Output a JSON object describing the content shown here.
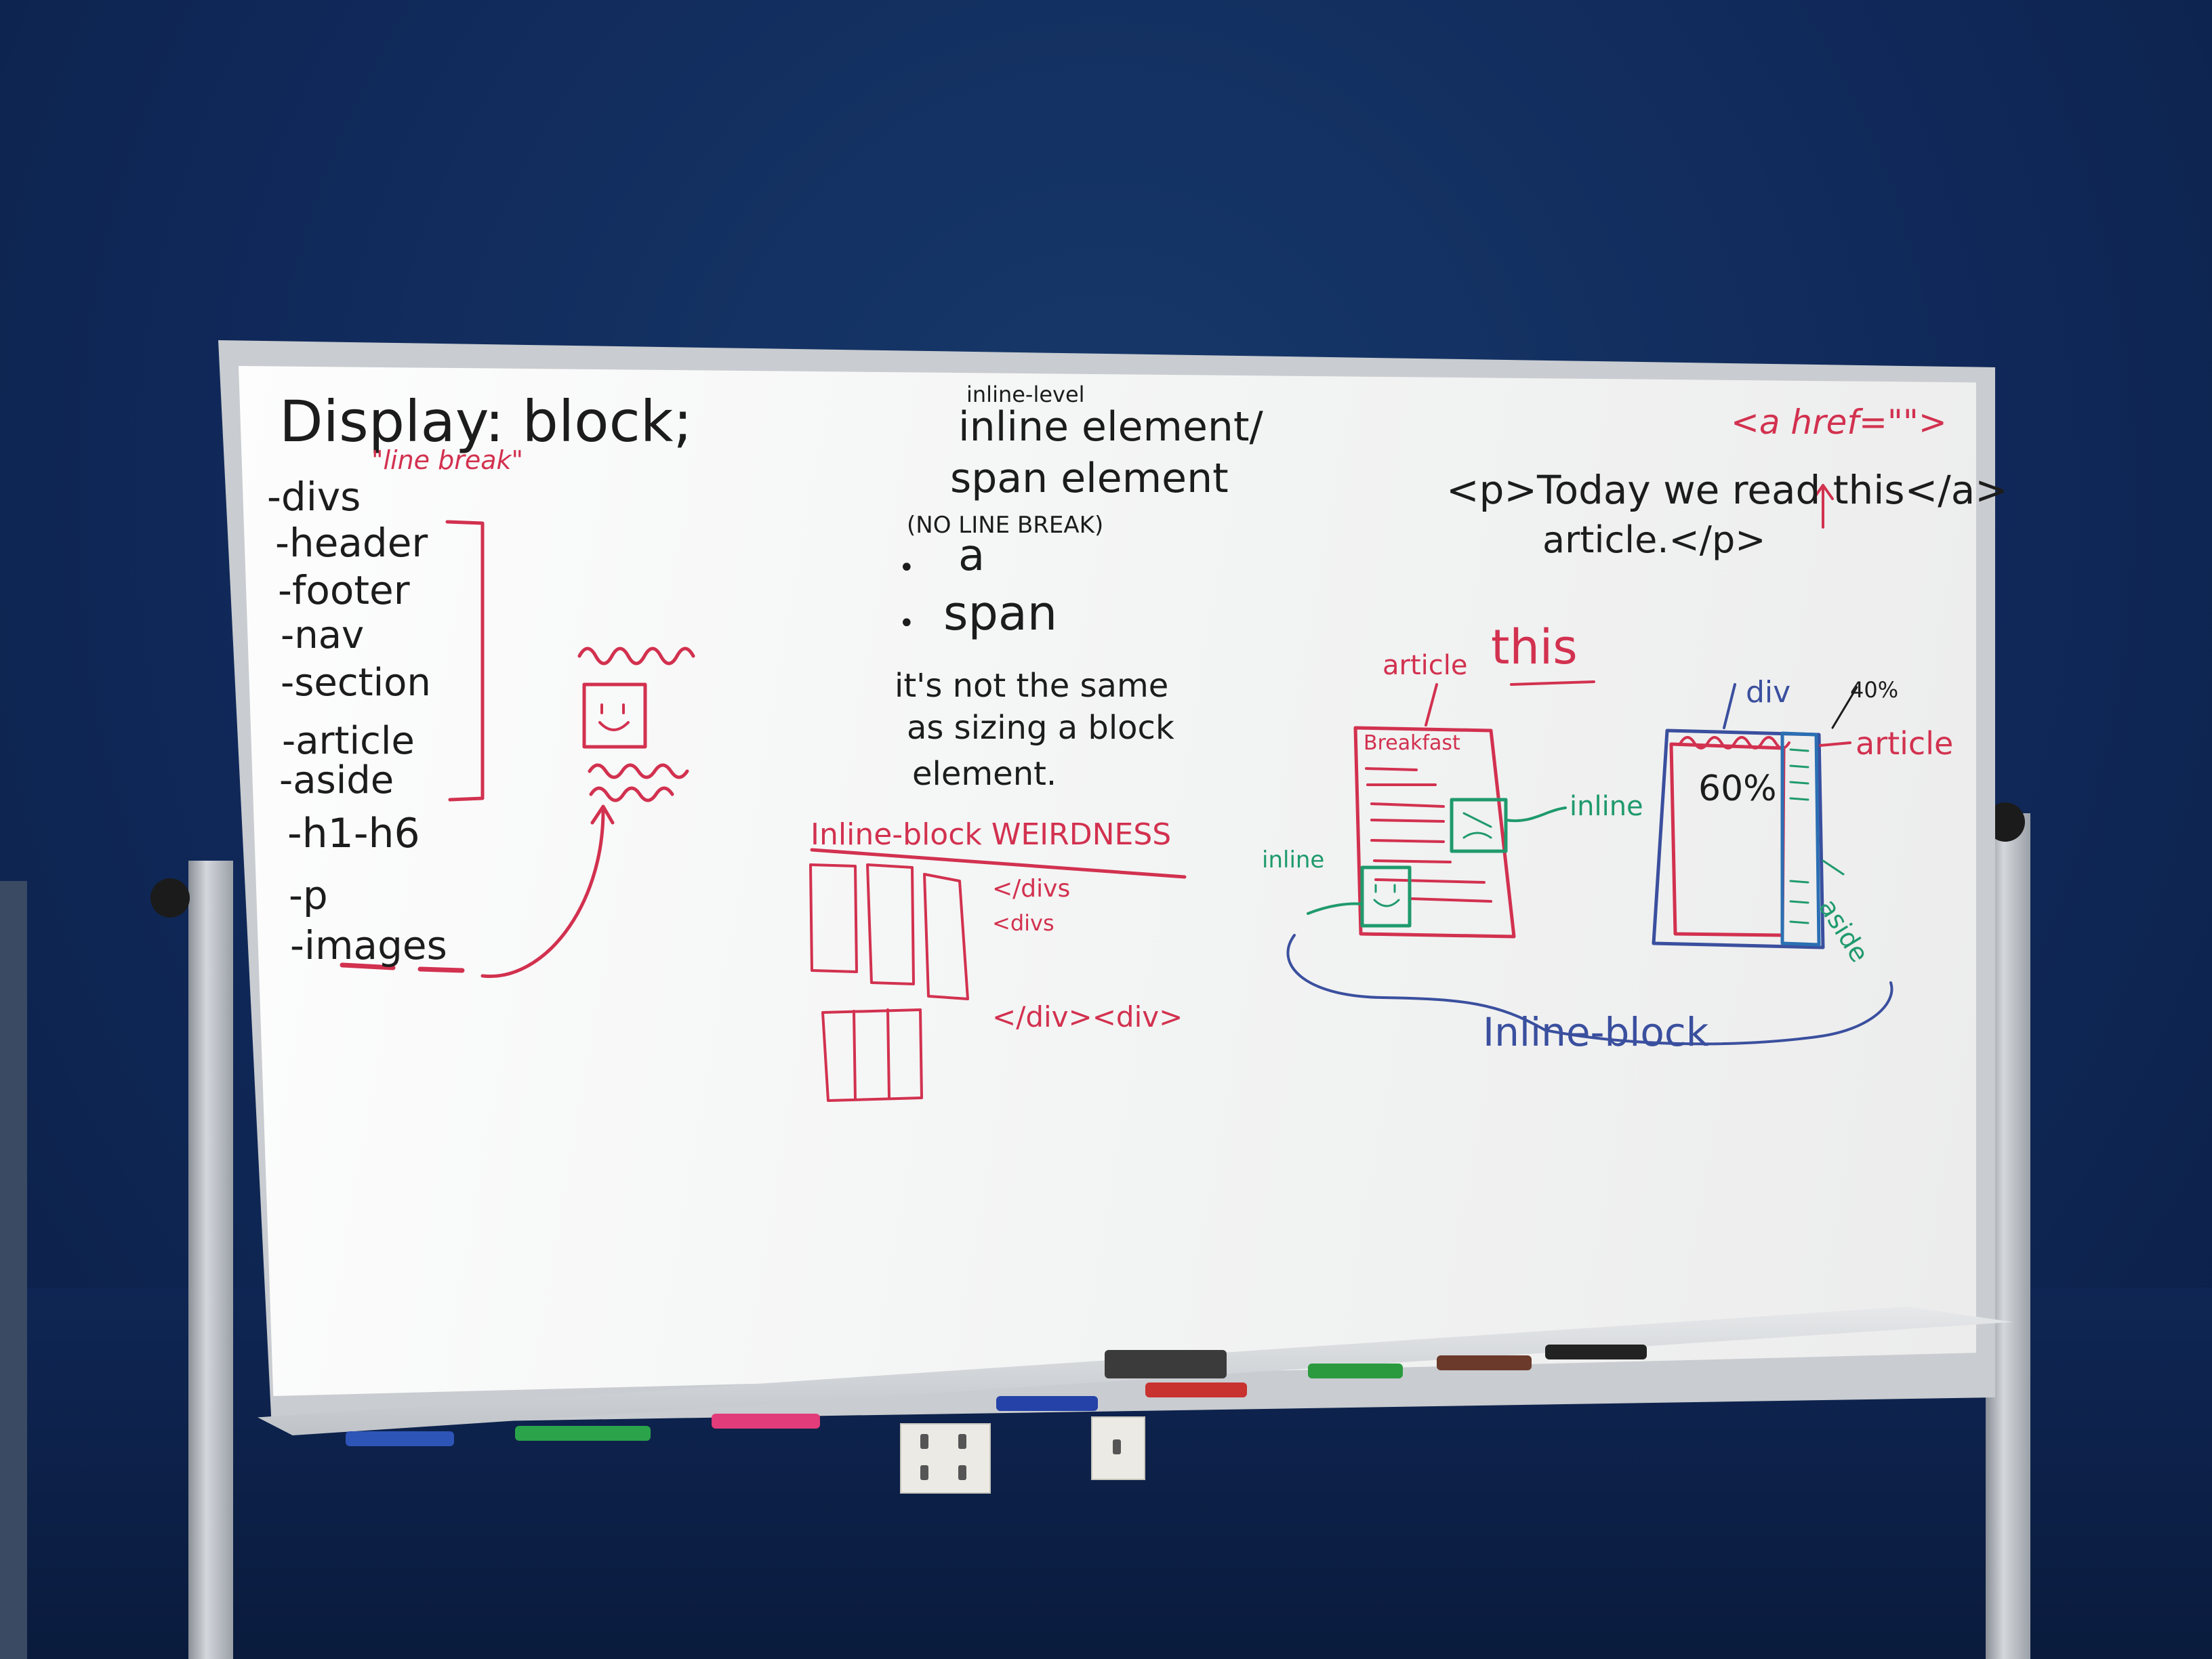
{
  "left_column": {
    "title": "Display: block;",
    "subtitle": "\"line break\"",
    "items": [
      "-divs",
      "-header",
      "-footer",
      "-nav",
      "-section",
      "-article",
      "-aside",
      "-h1-h6",
      "-p",
      "-images"
    ]
  },
  "middle_column": {
    "small_heading": "inline-level",
    "heading_line1": "inline element/",
    "heading_line2": "span element",
    "note": "(NO LINE BREAK)",
    "bullet1": "a",
    "bullet2": "span",
    "sentence_line1": "it's not the same",
    "sentence_line2": "as sizing a block",
    "sentence_line3": "element.",
    "weirdness_title": "Inline-block WEIRDNESS",
    "tag1": "</divs",
    "tag2": "<divs",
    "tag3": "</div><div>"
  },
  "right_column": {
    "anchor_tag": "<a href=\"\">",
    "p_line1": "<p>Today we read this</a>",
    "p_line2": "article.</p>",
    "this_label": "this",
    "article_label": "article",
    "breakfast_text": "Breakfast",
    "inline_label_right": "inline",
    "inline_label_left": "inline",
    "div_label": "div",
    "percent_40": "40%",
    "article_label2": "article",
    "percent_60": "60%",
    "aside_label": "aside",
    "inline_block_label": "Inline-block"
  },
  "colors": {
    "black_marker": "#1c1c1c",
    "red_marker": "#d2314f",
    "green_marker": "#1f9a6d",
    "blue_marker": "#3a4f9e",
    "wall": "#10295a"
  }
}
